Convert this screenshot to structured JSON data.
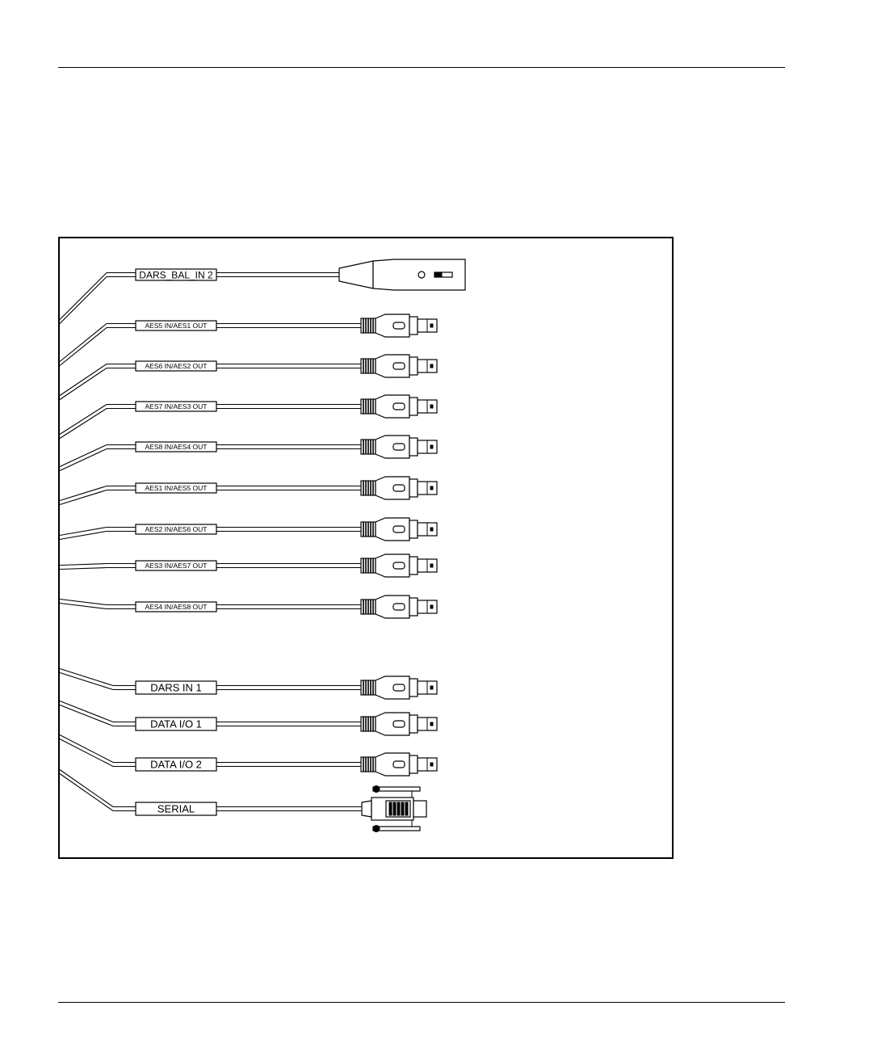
{
  "cables": [
    {
      "label": "DARS_BAL_IN 2",
      "connector": "xlr-connector-icon"
    },
    {
      "label": "AES5 IN/AES1 OUT",
      "connector": "bnc-connector-icon"
    },
    {
      "label": "AES6 IN/AES2 OUT",
      "connector": "bnc-connector-icon"
    },
    {
      "label": "AES7 IN/AES3 OUT",
      "connector": "bnc-connector-icon"
    },
    {
      "label": "AES8 IN/AES4 OUT",
      "connector": "bnc-connector-icon"
    },
    {
      "label": "AES1 IN/AES5 OUT",
      "connector": "bnc-connector-icon"
    },
    {
      "label": "AES2 IN/AES6 OUT",
      "connector": "bnc-connector-icon"
    },
    {
      "label": "AES3 IN/AES7 OUT",
      "connector": "bnc-connector-icon"
    },
    {
      "label": "AES4 IN/AES8 OUT",
      "connector": "bnc-connector-icon"
    },
    {
      "label": "DARS IN 1",
      "connector": "bnc-connector-icon"
    },
    {
      "label": "DATA I/O 1",
      "connector": "bnc-connector-icon"
    },
    {
      "label": "DATA I/O 2",
      "connector": "bnc-connector-icon"
    },
    {
      "label": "SERIAL",
      "connector": "db9-connector-icon"
    }
  ]
}
